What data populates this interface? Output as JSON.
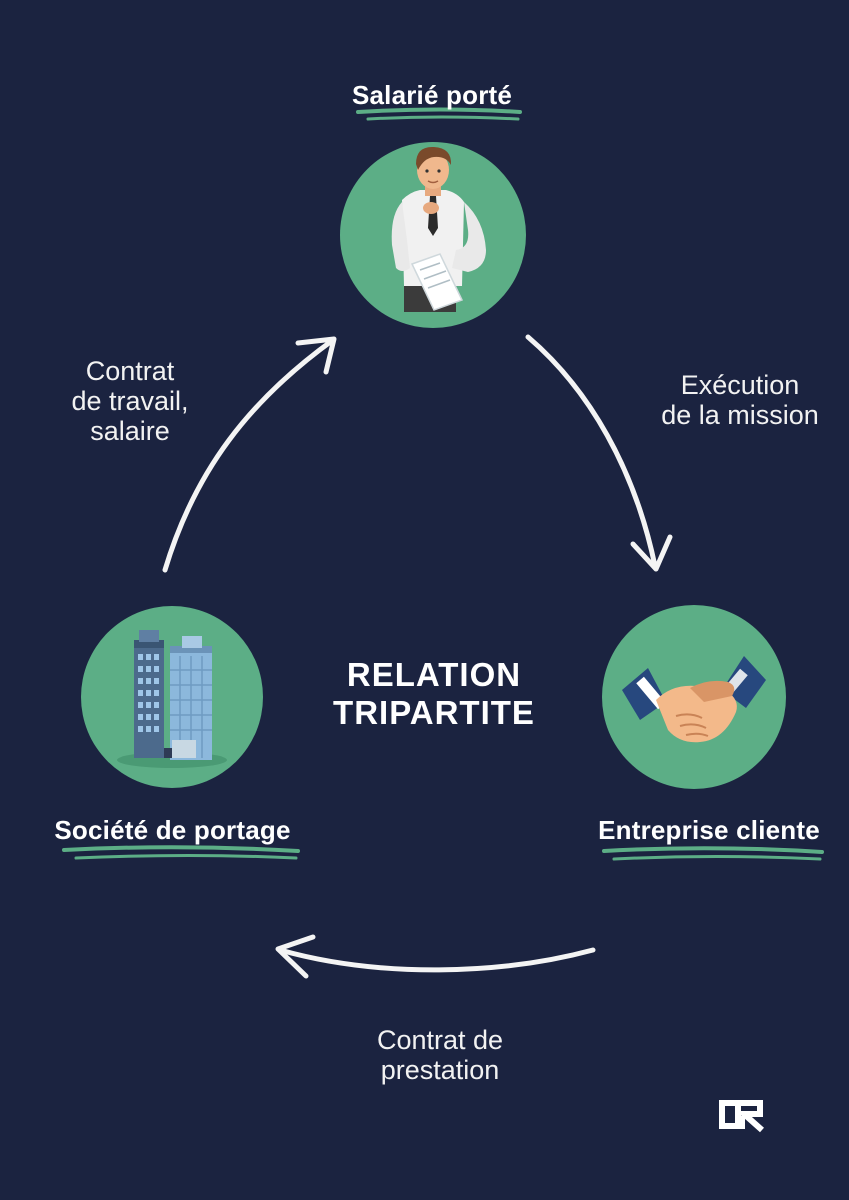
{
  "colors": {
    "background": "#1b2340",
    "circle": "#5cae86",
    "underline": "#5cae86",
    "arrow": "#f4f4f4",
    "text": "#ffffff"
  },
  "nodes": {
    "employee": {
      "title": "Salarié porté",
      "icon": "businessman-icon"
    },
    "client": {
      "title": "Entreprise cliente",
      "icon": "handshake-icon"
    },
    "company": {
      "title": "Société de portage",
      "icon": "office-buildings-icon"
    }
  },
  "center": {
    "line1": "RELATION",
    "line2": "TRIPARTITE"
  },
  "edges": {
    "company_to_employee": {
      "lines": [
        "Contrat",
        "de travail,",
        "salaire"
      ]
    },
    "employee_to_client": {
      "lines": [
        "Exécution",
        "de la mission"
      ]
    },
    "client_to_company": {
      "lines": [
        "Contrat de",
        "prestation"
      ]
    }
  },
  "logo": {
    "text": "GR",
    "icon": "gr-logo-icon"
  }
}
